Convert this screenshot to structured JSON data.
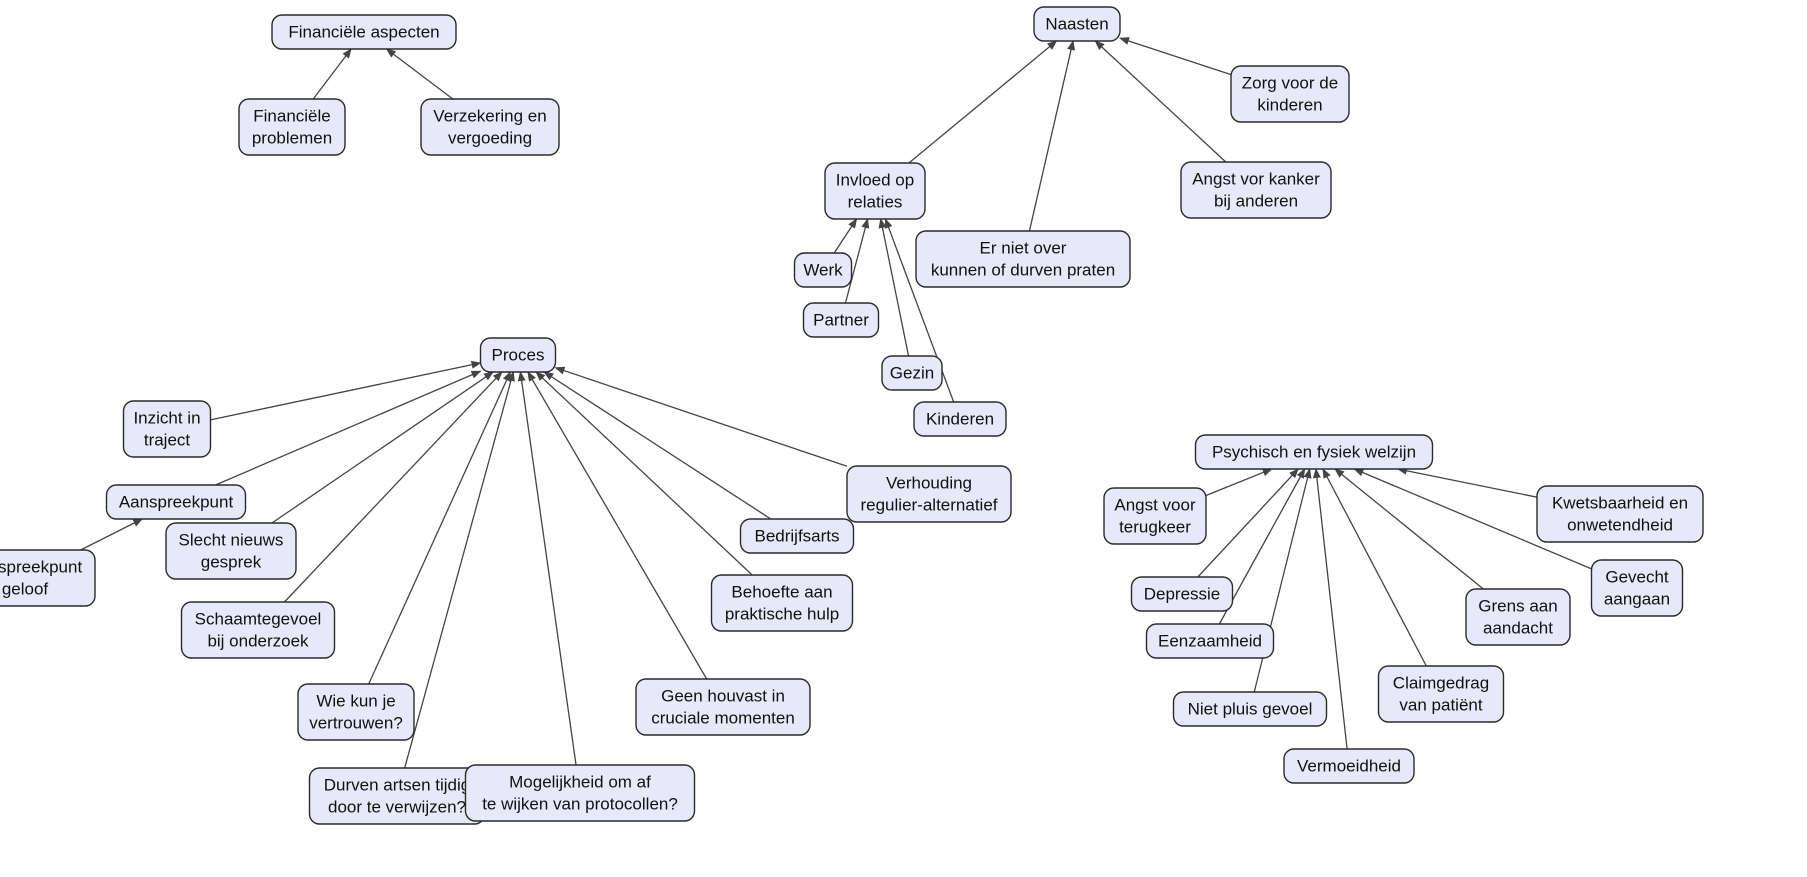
{
  "nodes": [
    {
      "id": "financiele_aspecten",
      "lines": [
        "Financiële aspecten"
      ]
    },
    {
      "id": "financiele_problemen",
      "lines": [
        "Financiële",
        "problemen"
      ]
    },
    {
      "id": "verzekering",
      "lines": [
        "Verzekering en",
        "vergoeding"
      ]
    },
    {
      "id": "naasten",
      "lines": [
        "Naasten"
      ]
    },
    {
      "id": "zorg_kinderen",
      "lines": [
        "Zorg voor de",
        "kinderen"
      ]
    },
    {
      "id": "invloed_relaties",
      "lines": [
        "Invloed op",
        "relaties"
      ]
    },
    {
      "id": "angst_kanker",
      "lines": [
        "Angst vor kanker",
        "bij anderen"
      ]
    },
    {
      "id": "er_niet_over",
      "lines": [
        "Er niet over",
        "kunnen of durven praten"
      ]
    },
    {
      "id": "werk",
      "lines": [
        "Werk"
      ]
    },
    {
      "id": "partner",
      "lines": [
        "Partner"
      ]
    },
    {
      "id": "gezin",
      "lines": [
        "Gezin"
      ]
    },
    {
      "id": "kinderen",
      "lines": [
        "Kinderen"
      ]
    },
    {
      "id": "proces",
      "lines": [
        "Proces"
      ]
    },
    {
      "id": "inzicht",
      "lines": [
        "Inzicht in",
        "traject"
      ]
    },
    {
      "id": "aanspreekpunt",
      "lines": [
        "Aanspreekpunt"
      ]
    },
    {
      "id": "aanspreekpunt_geloof",
      "lines": [
        "Aanspreekpunt",
        "geloof"
      ]
    },
    {
      "id": "slecht_nieuws",
      "lines": [
        "Slecht nieuws",
        "gesprek"
      ]
    },
    {
      "id": "schaamtegevoel",
      "lines": [
        "Schaamtegevoel",
        "bij onderzoek"
      ]
    },
    {
      "id": "wie_kun",
      "lines": [
        "Wie kun je",
        "vertrouwen?"
      ]
    },
    {
      "id": "durven_artsen",
      "lines": [
        "Durven artsen tijdig",
        "door te verwijzen?"
      ]
    },
    {
      "id": "mogelijkheid",
      "lines": [
        "Mogelijkheid om af",
        "te wijken van protocollen?"
      ]
    },
    {
      "id": "geen_houvast",
      "lines": [
        "Geen houvast in",
        "cruciale momenten"
      ]
    },
    {
      "id": "behoefte",
      "lines": [
        "Behoefte aan",
        "praktische hulp"
      ]
    },
    {
      "id": "bedrijfsarts",
      "lines": [
        "Bedrijfsarts"
      ]
    },
    {
      "id": "verhouding",
      "lines": [
        "Verhouding",
        "regulier-alternatief"
      ]
    },
    {
      "id": "psychisch",
      "lines": [
        "Psychisch en fysiek welzijn"
      ]
    },
    {
      "id": "angst_terugkeer",
      "lines": [
        "Angst voor",
        "terugkeer"
      ]
    },
    {
      "id": "depressie",
      "lines": [
        "Depressie"
      ]
    },
    {
      "id": "eenzaamheid",
      "lines": [
        "Eenzaamheid"
      ]
    },
    {
      "id": "niet_pluis",
      "lines": [
        "Niet pluis gevoel"
      ]
    },
    {
      "id": "vermoeidheid",
      "lines": [
        "Vermoeidheid"
      ]
    },
    {
      "id": "claimgedrag",
      "lines": [
        "Claimgedrag",
        "van patiënt"
      ]
    },
    {
      "id": "grens",
      "lines": [
        "Grens aan",
        "aandacht"
      ]
    },
    {
      "id": "gevecht",
      "lines": [
        "Gevecht",
        "aangaan"
      ]
    },
    {
      "id": "kwetsbaarheid",
      "lines": [
        "Kwetsbaarheid en",
        "onwetendheid"
      ]
    }
  ],
  "edges": [
    {
      "from": "financiele_problemen",
      "to": "financiele_aspecten"
    },
    {
      "from": "verzekering",
      "to": "financiele_aspecten"
    },
    {
      "from": "invloed_relaties",
      "to": "naasten"
    },
    {
      "from": "er_niet_over",
      "to": "naasten"
    },
    {
      "from": "angst_kanker",
      "to": "naasten"
    },
    {
      "from": "zorg_kinderen",
      "to": "naasten"
    },
    {
      "from": "werk",
      "to": "invloed_relaties"
    },
    {
      "from": "partner",
      "to": "invloed_relaties"
    },
    {
      "from": "gezin",
      "to": "invloed_relaties"
    },
    {
      "from": "kinderen",
      "to": "invloed_relaties"
    },
    {
      "from": "inzicht",
      "to": "proces"
    },
    {
      "from": "aanspreekpunt",
      "to": "proces"
    },
    {
      "from": "aanspreekpunt_geloof",
      "to": "aanspreekpunt"
    },
    {
      "from": "slecht_nieuws",
      "to": "proces"
    },
    {
      "from": "schaamtegevoel",
      "to": "proces"
    },
    {
      "from": "wie_kun",
      "to": "proces"
    },
    {
      "from": "durven_artsen",
      "to": "proces"
    },
    {
      "from": "mogelijkheid",
      "to": "proces"
    },
    {
      "from": "geen_houvast",
      "to": "proces"
    },
    {
      "from": "behoefte",
      "to": "proces"
    },
    {
      "from": "bedrijfsarts",
      "to": "proces"
    },
    {
      "from": "verhouding",
      "to": "proces"
    },
    {
      "from": "angst_terugkeer",
      "to": "psychisch"
    },
    {
      "from": "depressie",
      "to": "psychisch"
    },
    {
      "from": "eenzaamheid",
      "to": "psychisch"
    },
    {
      "from": "niet_pluis",
      "to": "psychisch"
    },
    {
      "from": "vermoeidheid",
      "to": "psychisch"
    },
    {
      "from": "claimgedrag",
      "to": "psychisch"
    },
    {
      "from": "grens",
      "to": "psychisch"
    },
    {
      "from": "gevecht",
      "to": "psychisch"
    },
    {
      "from": "kwetsbaarheid",
      "to": "psychisch"
    }
  ],
  "colors": {
    "node_fill": "#e8e8fb",
    "node_stroke": "#2a2a2a",
    "edge": "#444444"
  }
}
